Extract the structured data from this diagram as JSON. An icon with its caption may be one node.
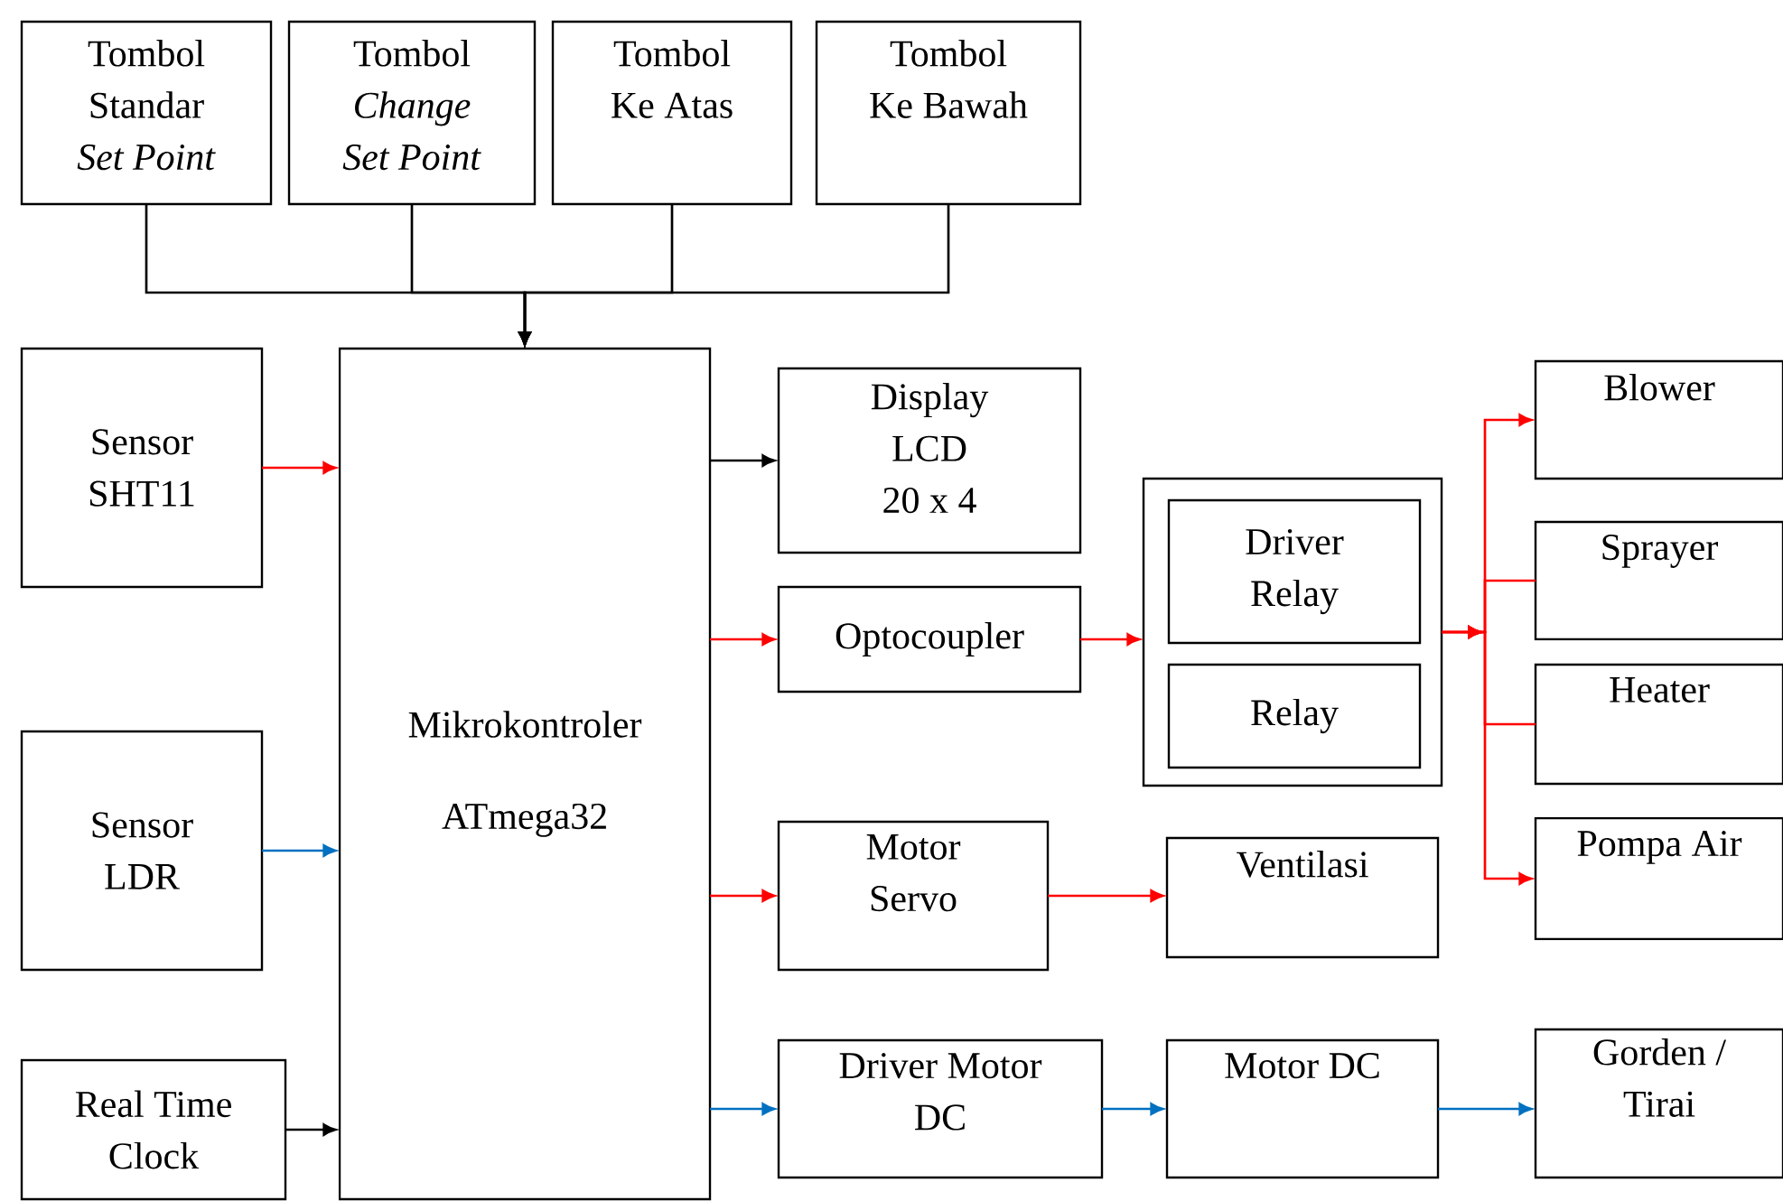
{
  "diagram": {
    "nodes": [
      {
        "text": [
          "Tombol Standar *Set Point*"
        ]
      },
      {
        "text": [
          "Tombol *Change Set Point*"
        ]
      },
      {
        "text": [
          "Tombol Ke Atas"
        ]
      },
      {
        "text": [
          "Tombol Ke Bawah"
        ]
      },
      {
        "text": [
          "Sensor SHT11"
        ]
      },
      {
        "text": [
          "Mikrokontroler",
          "ATmega32"
        ]
      },
      {
        "text": [
          "Sensor LDR"
        ]
      },
      {
        "text": [
          "Real Time Clock"
        ]
      },
      {
        "text": [
          "Display LCD 20 x 4"
        ]
      },
      {
        "text": [
          "Optocoupler"
        ]
      },
      {
        "text": [],
        "shape": "box"
      },
      {
        "text": [
          "Driver Relay"
        ],
        "in": 10
      },
      {
        "text": [
          "Relay"
        ],
        "in": 10
      },
      {
        "text": [
          "Motor Servo"
        ]
      },
      {
        "text": [
          "Ventilasi"
        ]
      },
      {
        "text": [
          "Driver Motor DC"
        ]
      },
      {
        "text": [
          "Motor DC"
        ]
      },
      {
        "text": [
          "Blower"
        ]
      },
      {
        "text": [
          "Sprayer"
        ]
      },
      {
        "text": [
          "Heater"
        ]
      },
      {
        "text": [
          "Pompa Air"
        ]
      },
      {
        "text": [
          "Gorden / Tirai"
        ]
      }
    ],
    "edges": [
      {
        "from": 0,
        "to": 5,
        "arrow": "to",
        "color": "#000000"
      },
      {
        "from": 1,
        "to": 5,
        "arrow": "to",
        "color": "#000000"
      },
      {
        "from": 2,
        "to": 5,
        "arrow": "to",
        "color": "#000000"
      },
      {
        "from": 3,
        "to": 5,
        "arrow": "to",
        "color": "#000000"
      },
      {
        "from": 4,
        "to": 5,
        "arrow": "to"
      },
      {
        "from": 6,
        "to": 5,
        "arrow": "to",
        "color": "#0070c0"
      },
      {
        "from": 7,
        "to": 5,
        "arrow": "to",
        "color": "#000000"
      },
      {
        "from": 5,
        "to": 8,
        "arrow": "to",
        "color": "#000000"
      },
      {
        "from": 5,
        "to": 9,
        "arrow": "to"
      },
      {
        "from": 5,
        "to": 13,
        "arrow": "to"
      },
      {
        "from": 5,
        "to": 15,
        "arrow": "to",
        "color": "#0070c0"
      },
      {
        "from": 9,
        "to": 10,
        "arrow": "to"
      },
      {
        "from": 10,
        "to": 17,
        "arrow": "to"
      },
      {
        "from": 10,
        "to": 18,
        "arrow": "none"
      },
      {
        "from": 10,
        "to": 19,
        "arrow": "none"
      },
      {
        "from": 10,
        "to": 20,
        "arrow": "to"
      },
      {
        "from": 13,
        "to": 14,
        "arrow": "to"
      },
      {
        "from": 15,
        "to": 16,
        "arrow": "to",
        "color": "#0070c0"
      },
      {
        "from": 16,
        "to": 21,
        "arrow": "to",
        "color": "#0070c0"
      }
    ]
  }
}
